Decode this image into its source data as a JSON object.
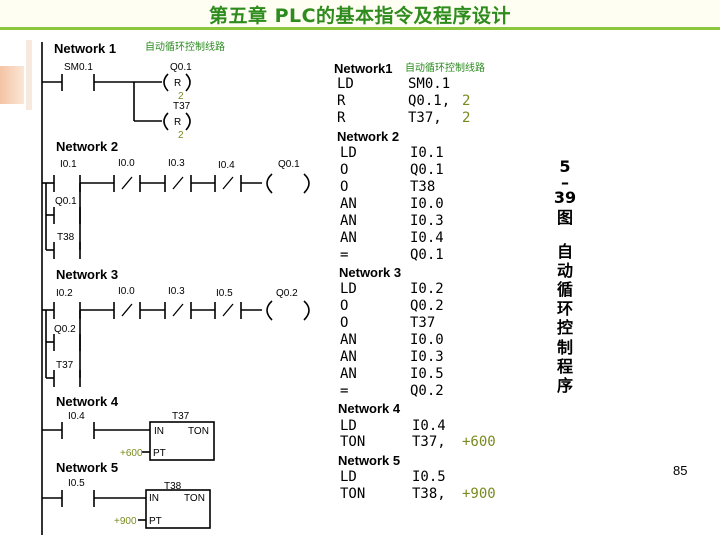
{
  "title": "第五章  PLC的基本指令及程序设计",
  "page_number": "85",
  "caption": [
    "5",
    "–",
    "39",
    "图",
    "自",
    "动",
    "循",
    "环",
    "控",
    "制",
    "程",
    "序"
  ],
  "ladder": {
    "net1": {
      "head": "Network 1",
      "comment": "自动循环控制线路",
      "contact": "SM0.1",
      "q_label": "Q0.1",
      "q_r": "R",
      "q_n": "2",
      "t_label": "T37",
      "t_r": "R",
      "t_n": "2"
    },
    "net2": {
      "head": "Network 2",
      "c1": "I0.1",
      "c1b": "Q0.1",
      "c1c": "T38",
      "c2": "I0.0",
      "c3": "I0.3",
      "c4": "I0.4",
      "out": "Q0.1"
    },
    "net3": {
      "head": "Network 3",
      "c1": "I0.2",
      "c1b": "Q0.2",
      "c1c": "T37",
      "c2": "I0.0",
      "c3": "I0.3",
      "c4": "I0.5",
      "out": "Q0.2"
    },
    "net4": {
      "head": "Network 4",
      "contact": "I0.4",
      "timer": "T37",
      "in": "IN",
      "ton": "TON",
      "pt_val": "+600",
      "pt": "PT"
    },
    "net5": {
      "head": "Network 5",
      "contact": "I0.5",
      "timer": "T38",
      "in": "IN",
      "ton": "TON",
      "pt_val": "+900",
      "pt": "PT"
    }
  },
  "stl": {
    "net1": {
      "head": "Network1",
      "comment": "自动循环控制线路",
      "rows": [
        [
          "LD",
          "SM0.1",
          ""
        ],
        [
          "R",
          "Q0.1, ",
          "2"
        ],
        [
          "R",
          "T37, ",
          "2"
        ]
      ]
    },
    "net2": {
      "head": "Network 2",
      "rows": [
        [
          "LD",
          "I0.1"
        ],
        [
          "O",
          "Q0.1"
        ],
        [
          "O",
          "T38"
        ],
        [
          "AN",
          "I0.0"
        ],
        [
          "AN",
          "I0.3"
        ],
        [
          "AN",
          "I0.4"
        ],
        [
          "=",
          "Q0.1"
        ]
      ]
    },
    "net3": {
      "head": "Network 3",
      "rows": [
        [
          "LD",
          "I0.2"
        ],
        [
          "O",
          "Q0.2"
        ],
        [
          "O",
          "T37"
        ],
        [
          "AN",
          "I0.0"
        ],
        [
          "AN",
          "I0.3"
        ],
        [
          "AN",
          "I0.5"
        ],
        [
          "=",
          "Q0.2"
        ]
      ]
    },
    "net4": {
      "head": "Network 4",
      "rows": [
        [
          "LD",
          "I0.4",
          ""
        ],
        [
          "TON",
          "T37, ",
          "+600"
        ]
      ]
    },
    "net5": {
      "head": "Network 5",
      "rows": [
        [
          "LD",
          "I0.5",
          ""
        ],
        [
          "TON",
          "T38, ",
          "+900"
        ]
      ]
    }
  }
}
